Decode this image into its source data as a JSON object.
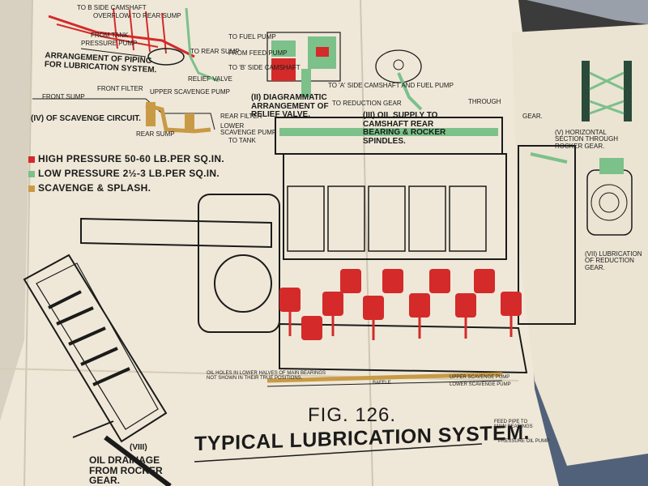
{
  "colors": {
    "paper": "#efe8d8",
    "high_pressure": "#d42a2a",
    "low_pressure": "#7cc08a",
    "scavenge": "#c99a45",
    "ink": "#1b1b1b",
    "background": "#3a3a3a"
  },
  "legend": {
    "high_pressure": "HIGH PRESSURE  50-60 LB.PER SQ.IN.",
    "low_pressure": "LOW PRESSURE  2½-3 LB.PER SQ.IN.",
    "scavenge": "SCAVENGE & SPLASH."
  },
  "top_labels": {
    "to_b_side_camshaft": "TO B SIDE CAMSHAFT",
    "overflow": "OVERFLOW TO REAR SUMP",
    "from_tank": "FROM TANK",
    "pressure_pump": "PRESSURE PUMP",
    "to_rear_sump": "TO REAR SUMP",
    "to_fuel_pump": "TO FUEL PUMP",
    "from_feed_pump": "FROM FEED PUMP",
    "to_b_side_camshaft_2": "TO 'B' SIDE CAMSHAFT",
    "relief_valve": "RELIEF VALVE",
    "arrangement": "ARRANGEMENT OF PIPING FOR LUBRICATION SYSTEM.",
    "to_a_side": "TO 'A' SIDE CAMSHAFT AND FUEL PUMP",
    "to_reduction_gear": "TO REDUCTION GEAR",
    "relief_diag": "(II) DIAGRAMMATIC ARRANGEMENT OF RELIEF VALVE.",
    "oil_supply": "(III) OIL SUPPLY TO CAMSHAFT REAR BEARING & ROCKER SPINDLES.",
    "through": "THROUGH"
  },
  "scavenge_labels": {
    "front_sump": "FRONT SUMP",
    "front_filter": "FRONT FILTER",
    "upper_pump": "UPPER SCAVENGE PUMP",
    "rear_filter": "REAR FILTER",
    "lower_pump": "LOWER SCAVENGE PUMP",
    "to_tank": "TO TANK",
    "rear_sump": "REAR SUMP",
    "circuit": "(IV) OF SCAVENGE CIRCUIT."
  },
  "right_labels": {
    "horizontal_section": "(V) HORIZONTAL SECTION THROUGH ROCKER GEAR.",
    "lubrication_reduction": "(VII) LUBRICATION OF REDUCTION GEAR.",
    "gear": "GEAR."
  },
  "bottom_labels": {
    "oil_holes": "OIL HOLES IN LOWER HALVES OF MAIN BEARINGS NOT SHOWN IN THEIR TRUE POSITIONS.",
    "baffle": "BAFFLE",
    "upper_pump": "UPPER SCAVENGE PUMP",
    "lower_pump": "LOWER SCAVENGE PUMP",
    "feed_pipe": "FEED PIPE TO MAIN BEARINGS",
    "pressure_oil_pump": "PRESSURE OIL PUMP",
    "fig_number": "FIG. 126.",
    "title": "TYPICAL LUBRICATION SYSTEM.",
    "viii": "(VIII)",
    "oil_drainage": "OIL DRAINAGE FROM ROCKER GEAR."
  }
}
